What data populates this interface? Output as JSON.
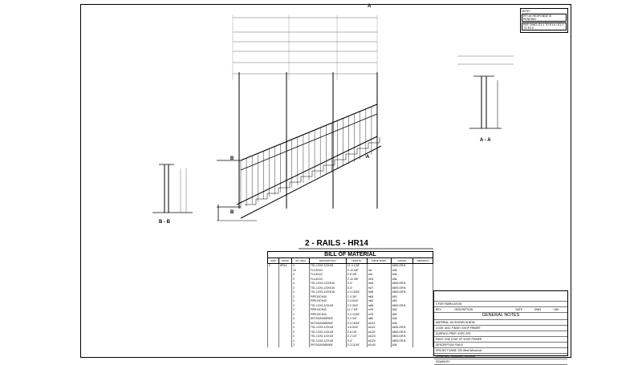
{
  "drawing": {
    "title": "2 - RAILS - HR14",
    "section_a": "A - A",
    "section_b": "B - B",
    "marker_a": "A",
    "marker_b": "B"
  },
  "notes": {
    "header": "NOTE:",
    "lines": [
      "RFI #4 RESPONSE IS PENDING",
      "REF. DWG: E1.1 TO E1.6 / E1.1 TO E2.5"
    ]
  },
  "bom": {
    "title": "BILL OF MATERIAL",
    "headers": [
      "SHIP",
      "MARK",
      "NO. REQ",
      "DESCRIPTION",
      "LENGTH",
      "PIECE MARK",
      "GRADE",
      "REMARKS"
    ],
    "rows": [
      [
        "2",
        "HR14",
        "2",
        "TS1-1/2X1-1/2X1/8",
        "11'-4 1/16\"",
        "",
        "A500-GR.B",
        ""
      ],
      [
        "",
        "",
        "10",
        "FL1/2X1/2",
        "2'-10 5/8\"",
        "m2",
        "A36",
        ""
      ],
      [
        "",
        "",
        "4",
        "FL1/4X1/2",
        "2'-8 3/8\"",
        "a10",
        "A36",
        ""
      ],
      [
        "",
        "",
        "2",
        "FL1/4X1/2",
        "2'-10 3/8\"",
        "m23",
        "A36",
        ""
      ],
      [
        "",
        "",
        "4",
        "TS1-1/2X1-1/2X3/16",
        "3'-4\"",
        "m26",
        "A500-GR.B",
        ""
      ],
      [
        "",
        "",
        "2",
        "TS1-1/2X1-1/2X3/16",
        "3'-4\"",
        "m27",
        "A500-GR.B",
        ""
      ],
      [
        "",
        "",
        "2",
        "TS1-1/2X1-1/2X3/16",
        "2'-4 13/16\"",
        "m28",
        "A500-GR.B",
        ""
      ],
      [
        "",
        "",
        "2",
        "PIPE1SCH40",
        "1'-4 3/4\"",
        "m64",
        "A53",
        ""
      ],
      [
        "",
        "",
        "2",
        "PIPE1SCH40",
        "2'-4 5/16\"",
        "m62",
        "A53",
        ""
      ],
      [
        "",
        "",
        "2",
        "TS1-1/2X1-1/2X1/8",
        "2'-2 9/16\"",
        "m66",
        "A500-GR.B",
        ""
      ],
      [
        "",
        "",
        "2",
        "PIPE1SCH40",
        "11'-7 3/4\"",
        "m75",
        "A53",
        ""
      ],
      [
        "",
        "",
        "2",
        "PIPE1SCH40",
        "2'-2 13/16\"",
        "m75",
        "A53",
        ""
      ],
      [
        "",
        "",
        "4",
        "SHTSGAX5/8X5/8\"",
        "0'-2 3/4\"",
        "m80",
        "A36",
        ""
      ],
      [
        "",
        "",
        "4",
        "SHTSGAX5/8X5/8\"",
        "0'-3 15/16\"",
        "a1112",
        "A36",
        ""
      ],
      [
        "",
        "",
        "4",
        "TS1-1/2X1-1/2X1/8",
        "3'-6 9/16\"",
        "a1121",
        "A500-GR.B",
        ""
      ],
      [
        "",
        "",
        "2",
        "TS1-1/2X1-1/2X1/8",
        "2'-6 1/8\"",
        "a1122",
        "A500-GR.B",
        ""
      ],
      [
        "",
        "",
        "2",
        "TS1-1/2X1-1/2X1/8",
        "2'-2 1/2\"",
        "a1123",
        "A500-GR.B",
        ""
      ],
      [
        "",
        "",
        "4",
        "TS1-1/2X1-1/2X1/8",
        "3'-0\"",
        "a1124",
        "A500-GR.B",
        ""
      ],
      [
        "",
        "",
        "2",
        "SHTSGAX5/8X5/8\"",
        "0'-3 11/16\"",
        "a1140",
        "A36",
        ""
      ]
    ]
  },
  "title_block": {
    "rev_row": "0   FOR FABRICATION",
    "rev_headers": [
      "REV",
      "DESCRIPTION",
      "DATE",
      "DWN",
      "CHK"
    ],
    "general_notes": "GENERAL NOTES",
    "rows": [
      "MATERIAL: AS SHOWN IN BOM",
      "CODE: AISC   FINISH: SHOP PRIMER",
      "SURFACE PREP: SSPC-SP2",
      "PAINT: ONE COAT OF SHOP PRIMER",
      "DESCRIPTION: RAILS",
      "PROJECT NAME: 225 West Wisconsin",
      "LOCATION: CHICAGO, ILLINOIS",
      "DRAWN BY"
    ]
  }
}
